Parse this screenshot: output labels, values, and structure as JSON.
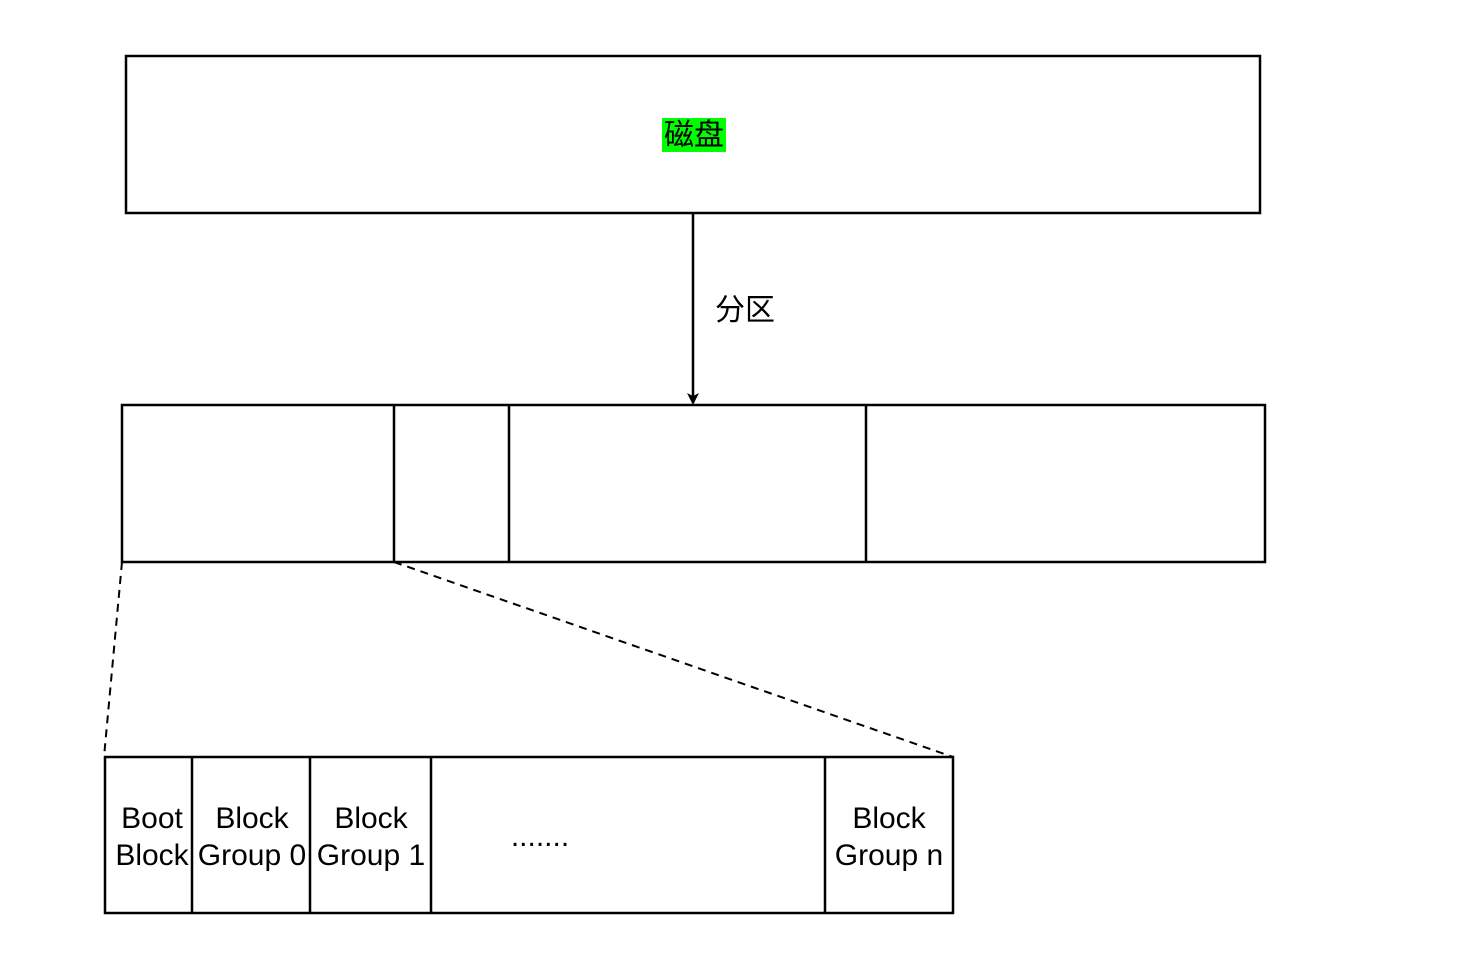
{
  "disk": {
    "label": "磁盘",
    "highlight_color": "#00ff00"
  },
  "arrow": {
    "label": "分区"
  },
  "partitions": {
    "count": 4
  },
  "block_groups": {
    "cells": [
      {
        "line1": "Boot",
        "line2": "Block"
      },
      {
        "line1": "Block",
        "line2": "Group 0"
      },
      {
        "line1": "Block",
        "line2": "Group 1"
      },
      {
        "line1": ".......",
        "line2": ""
      },
      {
        "line1": "Block",
        "line2": "Group n"
      }
    ]
  }
}
